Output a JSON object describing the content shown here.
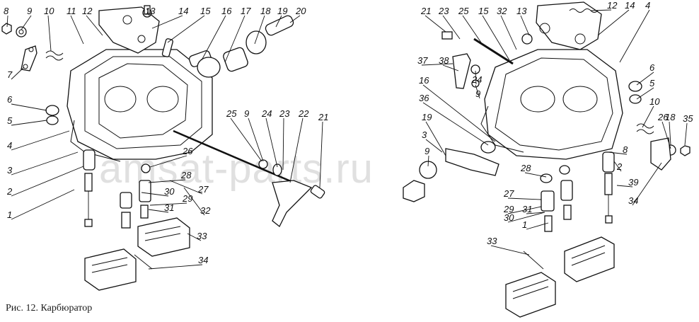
{
  "caption": "Рис. 12. Карбюратор",
  "watermark": "amsat-parts.ru",
  "left_labels": [
    "8",
    "9",
    "10",
    "11",
    "12",
    "13",
    "14",
    "15",
    "16",
    "17",
    "18",
    "19",
    "20",
    "7",
    "6",
    "5",
    "4",
    "3",
    "2",
    "1",
    "25",
    "9",
    "24",
    "23",
    "22",
    "21",
    "26",
    "28",
    "30",
    "27",
    "29",
    "31",
    "32",
    "33",
    "34"
  ],
  "right_labels": [
    "21",
    "23",
    "25",
    "15",
    "32",
    "13",
    "12",
    "14",
    "4",
    "37",
    "38",
    "24",
    "9",
    "16",
    "36",
    "6",
    "5",
    "10",
    "18",
    "35",
    "19",
    "3",
    "9",
    "8",
    "26",
    "2",
    "28",
    "27",
    "29",
    "30",
    "31",
    "1",
    "39",
    "34",
    "33"
  ]
}
